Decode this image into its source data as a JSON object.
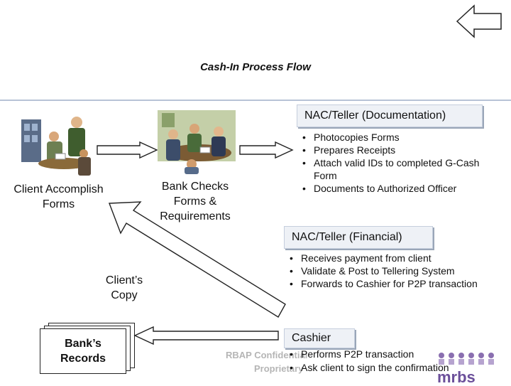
{
  "title": "Cash-In Process Flow",
  "nav": {
    "back_icon": "back-arrow-icon"
  },
  "steps": {
    "client": {
      "label_line1": "Client Accomplish",
      "label_line2": "Forms"
    },
    "bank": {
      "label_line1": "Bank Checks",
      "label_line2": "Forms &",
      "label_line3": "Requirements"
    },
    "clients_copy": {
      "line1": "Client’s",
      "line2": "Copy"
    },
    "banks_records": {
      "line1": "Bank’s",
      "line2": "Records"
    }
  },
  "boxes": {
    "documentation": {
      "heading": "NAC/Teller (Documentation)",
      "items": [
        "Photocopies Forms",
        "Prepares Receipts",
        "Attach valid IDs to completed G-Cash Form",
        "Documents to Authorized Officer"
      ]
    },
    "financial": {
      "heading": "NAC/Teller (Financial)",
      "items": [
        "Receives payment from client",
        "Validate & Post to Tellering System",
        "Forwards to Cashier for P2P transaction"
      ]
    },
    "cashier": {
      "heading": "Cashier",
      "items": [
        "Performs P2P transaction",
        "Ask client to sign the confirmation"
      ]
    }
  },
  "watermark": {
    "line1": "RBAP Confidential",
    "line2": "Proprietary"
  },
  "logo": {
    "text": "mrbs"
  },
  "colors": {
    "box_fill": "#eef1f6",
    "arrow_fill": "#ffffff",
    "rule": "#b7c3d6"
  }
}
